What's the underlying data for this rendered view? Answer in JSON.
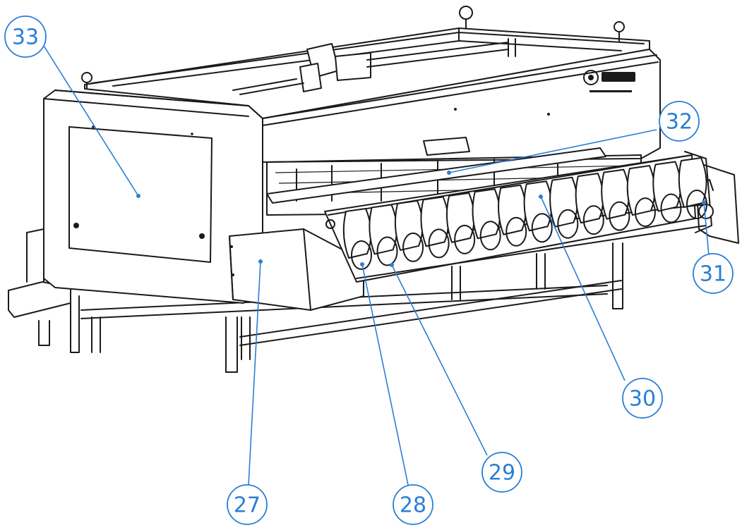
{
  "callouts": [
    {
      "id": "c33",
      "label": "33"
    },
    {
      "id": "c32",
      "label": "32"
    },
    {
      "id": "c31",
      "label": "31"
    },
    {
      "id": "c30",
      "label": "30"
    },
    {
      "id": "c29",
      "label": "29"
    },
    {
      "id": "c28",
      "label": "28"
    },
    {
      "id": "c27",
      "label": "27"
    }
  ],
  "colors": {
    "callout": "#2a7fd4",
    "line": "#1a1a1a",
    "background": "#ffffff"
  },
  "icons": {
    "logo": "brand-logo-icon"
  }
}
